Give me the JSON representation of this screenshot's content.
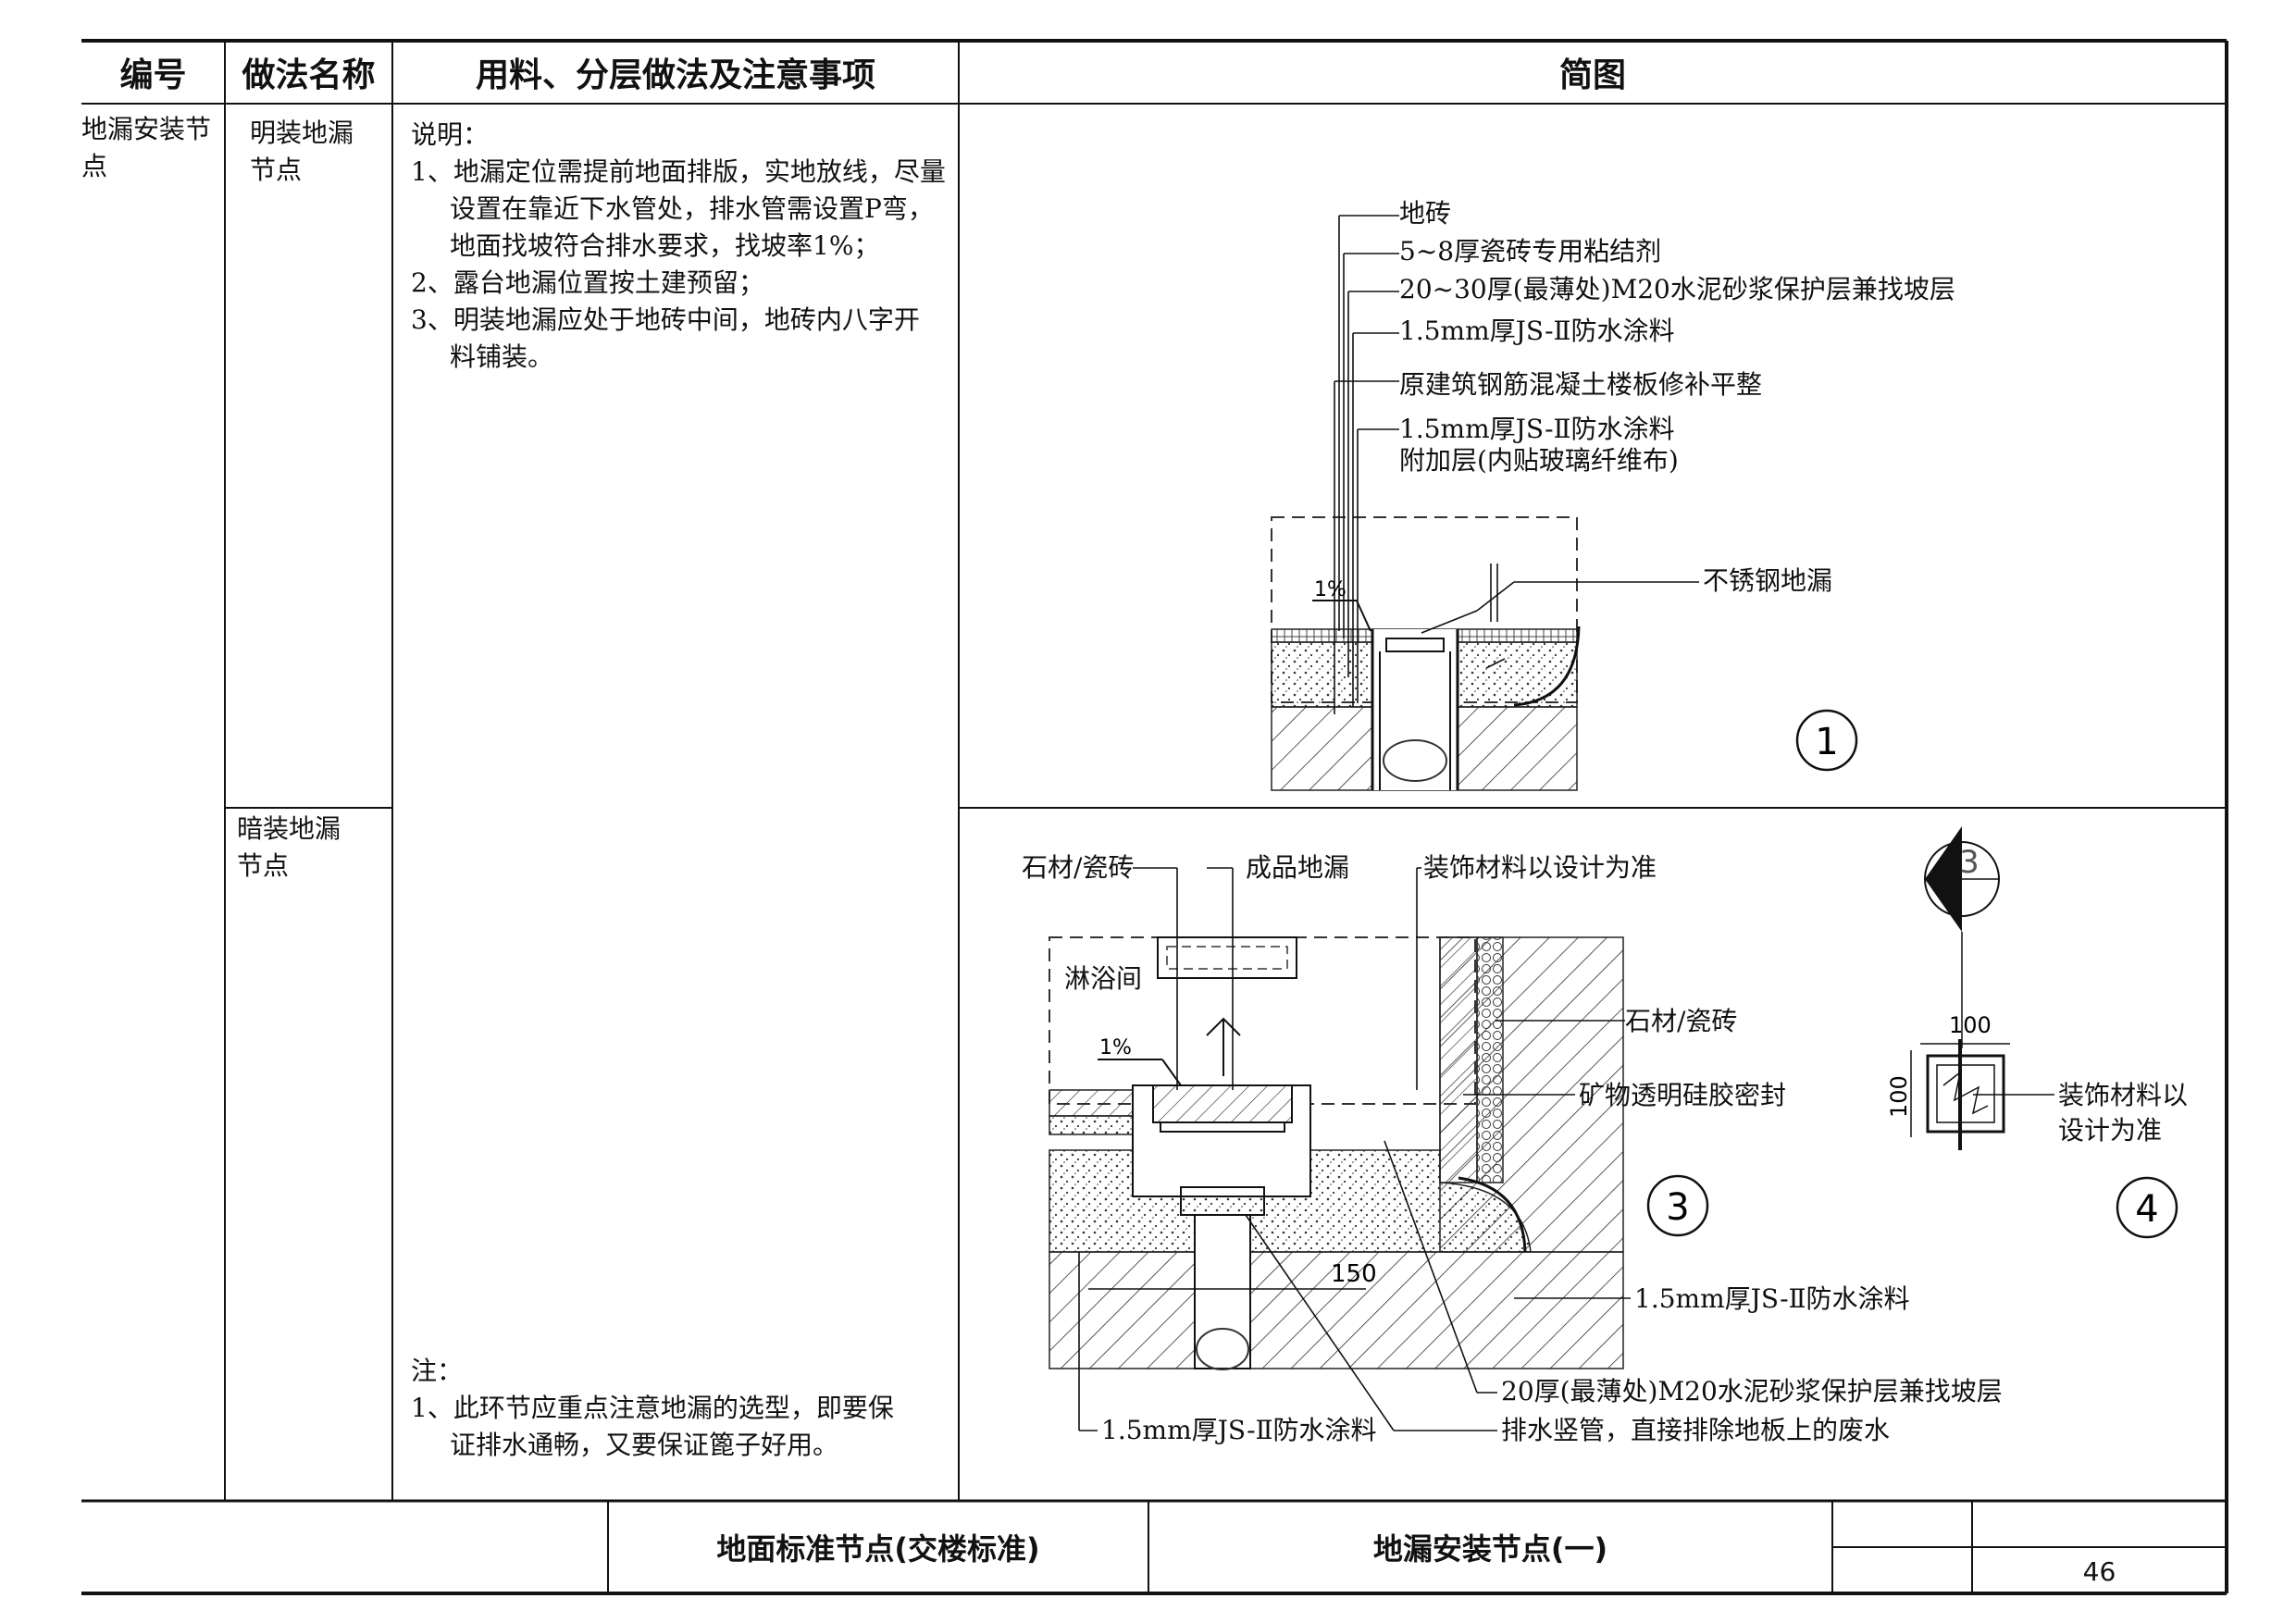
{
  "table": {
    "headers": [
      "编号",
      "做法名称",
      "用料、分层做法及注意事项",
      "简图"
    ],
    "code": "地漏安装节点",
    "method1": "明装地漏节点",
    "method2": "暗装地漏节点"
  },
  "notes": {
    "title": "说明：",
    "lines": [
      "1、地漏定位需提前地面排版，实地放线，尽量",
      "设置在靠近下水管处，排水管需设置P弯，",
      "地面找坡符合排水要求，找坡率1%；",
      "2、露台地漏位置按土建预留；",
      "3、明装地漏应处于地砖中间，地砖内八字开",
      "料铺装。"
    ],
    "footnote_title": "注：",
    "footnote_lines": [
      "1、此环节应重点注意地漏的选型，即要保",
      "证排水通畅，又要保证篦子好用。"
    ]
  },
  "diagram1": {
    "labels": [
      "地砖",
      "5~8厚瓷砖专用粘结剂",
      "20~30厚(最薄处)M20水泥砂浆保护层兼找坡层",
      "1.5mm厚JS-Ⅱ防水涂料",
      "原建筑钢筋混凝土楼板修补平整",
      "1.5mm厚JS-Ⅱ防水涂料",
      "附加层(内贴玻璃纤维布)",
      "不锈钢地漏"
    ],
    "slope": "1%",
    "number": "1"
  },
  "diagram3": {
    "labels": {
      "stone_tile_left": "石材/瓷砖",
      "product_drain": "成品地漏",
      "decor_material": "装饰材料以设计为准",
      "shower": "淋浴间",
      "stone_tile_right": "石材/瓷砖",
      "sealant": "矿物透明硅胶密封",
      "waterproof_right": "1.5mm厚JS-Ⅱ防水涂料",
      "mortar": "20厚(最薄处)M20水泥砂浆保护层兼找坡层",
      "pipe": "排水竖管，直接排除地板上的废水",
      "waterproof_bottom": "1.5mm厚JS-Ⅱ防水涂料"
    },
    "slope": "1%",
    "dim": "150",
    "number": "3"
  },
  "diagram4": {
    "label_line1": "装饰材料以",
    "label_line2": "设计为准",
    "dim_w": "100",
    "dim_h": "100",
    "number": "4",
    "section_mark": "3"
  },
  "titleblock": {
    "left": "地面标准节点(交楼标准)",
    "right": "地漏安装节点(一)",
    "page": "46"
  }
}
